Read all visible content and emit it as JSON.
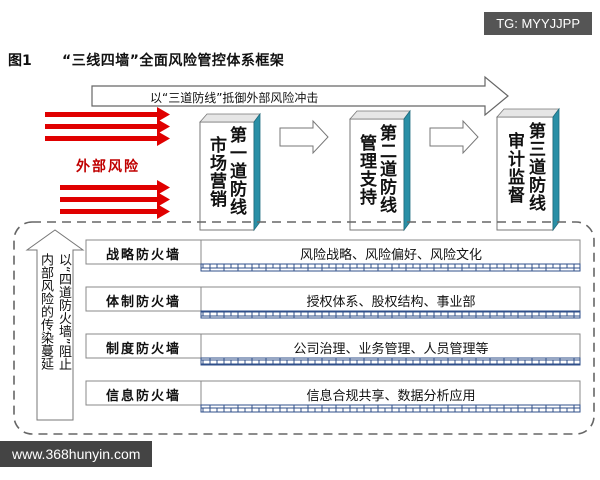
{
  "watermark_top": "TG: MYYJJPP",
  "watermark_bottom": "www.368hunyin.com",
  "figure": {
    "label": "图1",
    "title": "“三线四墙”全面风险管控体系框架"
  },
  "top_arrow_text": "以“三道防线”抵御外部风险冲击",
  "external_risk_label": "外部风险",
  "lines": [
    {
      "col1": "第一道防线",
      "col2": "市场营销"
    },
    {
      "col1": "第二道防线",
      "col2": "管理支持"
    },
    {
      "col1": "第三道防线",
      "col2": "审计监督"
    }
  ],
  "inner_arrow_text": {
    "col1": "以“四道防火墙”阻止",
    "col2": "内部风险的传染蔓延"
  },
  "walls": [
    {
      "label": "战略防火墙",
      "desc": "风险战略、风险偏好、风险文化"
    },
    {
      "label": "体制防火墙",
      "desc": "授权体系、股权结构、事业部"
    },
    {
      "label": "制度防火墙",
      "desc": "公司治理、业务管理、人员管理等"
    },
    {
      "label": "信息防火墙",
      "desc": "信息合规共享、数据分析应用"
    }
  ],
  "colors": {
    "red_arrow": "#e00000",
    "teal_side": "#2a8fa6",
    "brick_blue": "#2f4f8a"
  }
}
